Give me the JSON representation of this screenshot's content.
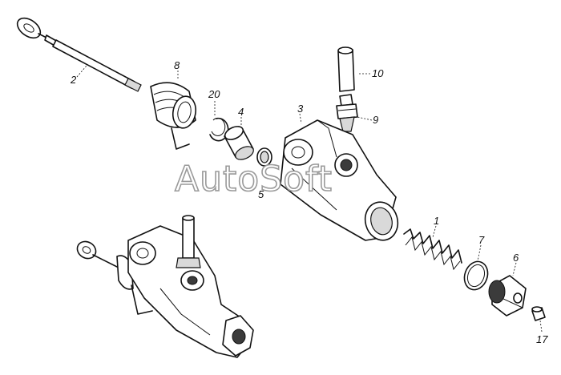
{
  "diagram": {
    "watermark": "AutoSoft",
    "callouts": {
      "p1": "1",
      "p2": "2",
      "p3": "3",
      "p4": "4",
      "p5": "5",
      "p6": "6",
      "p7": "7",
      "p8": "8",
      "p9": "9",
      "p10": "10",
      "p17": "17",
      "p20": "20"
    }
  }
}
